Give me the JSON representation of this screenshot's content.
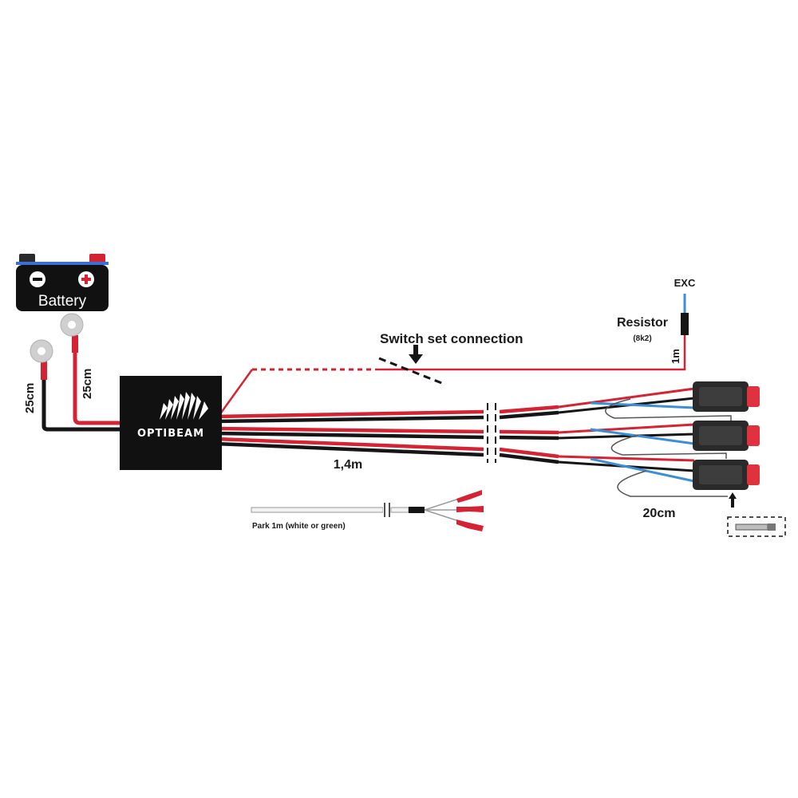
{
  "battery": {
    "label": "Battery",
    "minus_symbol": "−",
    "plus_symbol": "+"
  },
  "brand": {
    "name": "OPTIBEAM"
  },
  "labels": {
    "negative_lead_length": "25cm",
    "positive_lead_length": "25cm",
    "switch_set_connection": "Switch set connection",
    "exc": "EXC",
    "resistor": "Resistor",
    "resistor_value": "(8k2)",
    "switch_lead_length": "1m",
    "main_cable_length": "1,4m",
    "connector_lead_length": "20cm",
    "park_wire": "Park 1m (white or green)"
  },
  "colors": {
    "wire_red": "#d42332",
    "wire_black": "#151515",
    "wire_blue": "#3b8fd6",
    "module": "#111111",
    "connector_tip": "#e0313f",
    "ring_terminal": "#cfcfcf"
  }
}
